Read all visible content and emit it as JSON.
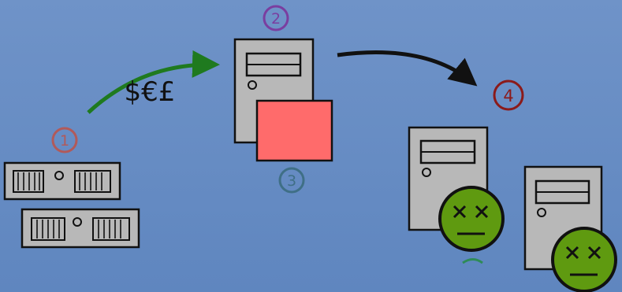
{
  "diagram": {
    "currency_label": "$€£",
    "steps": [
      {
        "label": "1",
        "color": "#b15a5a"
      },
      {
        "label": "2",
        "color": "#7a3ea0"
      },
      {
        "label": "3",
        "color": "#3f6f86"
      },
      {
        "label": "4",
        "color": "#8b1a1a"
      }
    ],
    "colors": {
      "background_top": "#6f93c8",
      "background_bottom": "#5f86bf",
      "server_fill": "#b8b8b8",
      "server_stroke": "#111111",
      "payment_arrow": "#1f7a1f",
      "attack_arrow": "#111111",
      "payload_box": "#ff6b6b",
      "dead_face": "#5f9a10"
    },
    "icons": {
      "client_machines": "rack-server-icon",
      "middle_server": "tower-server-icon",
      "payload": "red-box-icon",
      "victim_servers": "tower-server-icon",
      "dead_status": "dead-face-icon"
    }
  }
}
